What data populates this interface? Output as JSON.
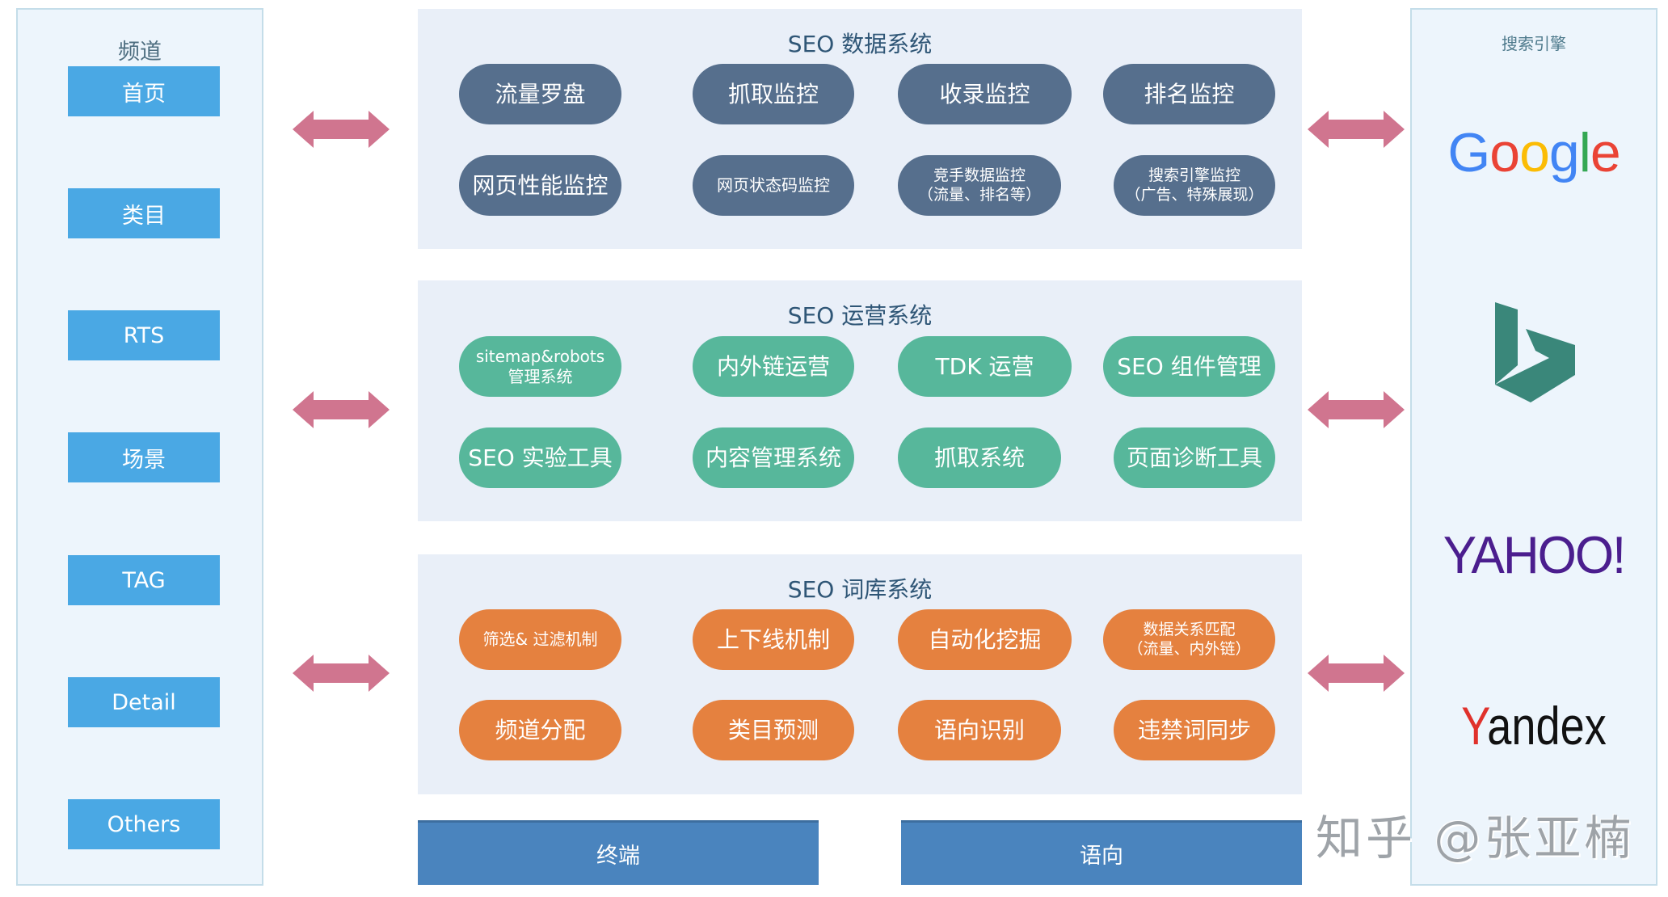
{
  "channel_panel": {
    "title": "频道",
    "items": [
      {
        "label": "首页"
      },
      {
        "label": "类目"
      },
      {
        "label": "RTS"
      },
      {
        "label": "场景"
      },
      {
        "label": "TAG"
      },
      {
        "label": "Detail"
      },
      {
        "label": "Others"
      }
    ]
  },
  "systems": [
    {
      "title": "SEO 数据系统",
      "color": "#566F8D",
      "items": [
        {
          "line1": "流量罗盘",
          "line2": ""
        },
        {
          "line1": "抓取监控",
          "line2": ""
        },
        {
          "line1": "收录监控",
          "line2": ""
        },
        {
          "line1": "排名监控",
          "line2": ""
        },
        {
          "line1": "网页性能监控",
          "line2": ""
        },
        {
          "line1": "网页状态码监控",
          "line2": ""
        },
        {
          "line1": "竞手数据监控",
          "line2": "（流量、排名等）"
        },
        {
          "line1": "搜索引擎监控",
          "line2": "（广告、特殊展现）"
        }
      ]
    },
    {
      "title": "SEO 运营系统",
      "color": "#57B79B",
      "items": [
        {
          "line1": "sitemap&robots",
          "line2": "管理系统"
        },
        {
          "line1": "内外链运营",
          "line2": ""
        },
        {
          "line1": "TDK 运营",
          "line2": ""
        },
        {
          "line1": "SEO 组件管理",
          "line2": ""
        },
        {
          "line1": "SEO 实验工具",
          "line2": ""
        },
        {
          "line1": "内容管理系统",
          "line2": ""
        },
        {
          "line1": "抓取系统",
          "line2": ""
        },
        {
          "line1": "页面诊断工具",
          "line2": ""
        }
      ]
    },
    {
      "title": "SEO 词库系统",
      "color": "#E5813F",
      "items": [
        {
          "line1": "筛选& 过滤机制",
          "line2": ""
        },
        {
          "line1": "上下线机制",
          "line2": ""
        },
        {
          "line1": "自动化挖掘",
          "line2": ""
        },
        {
          "line1": "数据关系匹配",
          "line2": "（流量、内外链）"
        },
        {
          "line1": "频道分配",
          "line2": ""
        },
        {
          "line1": "类目预测",
          "line2": ""
        },
        {
          "line1": "语向识别",
          "line2": ""
        },
        {
          "line1": "违禁词同步",
          "line2": ""
        }
      ]
    }
  ],
  "bottom_bars": [
    {
      "label": "终端"
    },
    {
      "label": "语向"
    }
  ],
  "engine_panel": {
    "title": "搜索引擎",
    "engines": [
      {
        "name": "Google",
        "letters": [
          "G",
          "o",
          "o",
          "g",
          "l",
          "e"
        ],
        "colors": [
          "#4285F4",
          "#EA4335",
          "#FBBC05",
          "#4285F4",
          "#34A853",
          "#EA4335"
        ]
      },
      {
        "name": "Bing",
        "icon": "bing-logo-icon",
        "color": "#3A877A"
      },
      {
        "name": "YAHOO!",
        "color": "#4B1E8E"
      },
      {
        "name": "Yandex",
        "first_letter": "Y",
        "rest": "andex",
        "first_color": "#E0312B",
        "rest_color": "#111111"
      }
    ]
  },
  "arrows": {
    "color": "#D0758F",
    "icon": "double-arrow-icon"
  },
  "watermark": {
    "text": "知乎 @张亚楠"
  },
  "colors": {
    "channel_button": "#4AA8E4",
    "panel_bg": "#E9EFF8",
    "side_panel_bg": "#EDF5FC",
    "bottom_bar": "#4A84BE",
    "title_text": "#2F5676"
  }
}
